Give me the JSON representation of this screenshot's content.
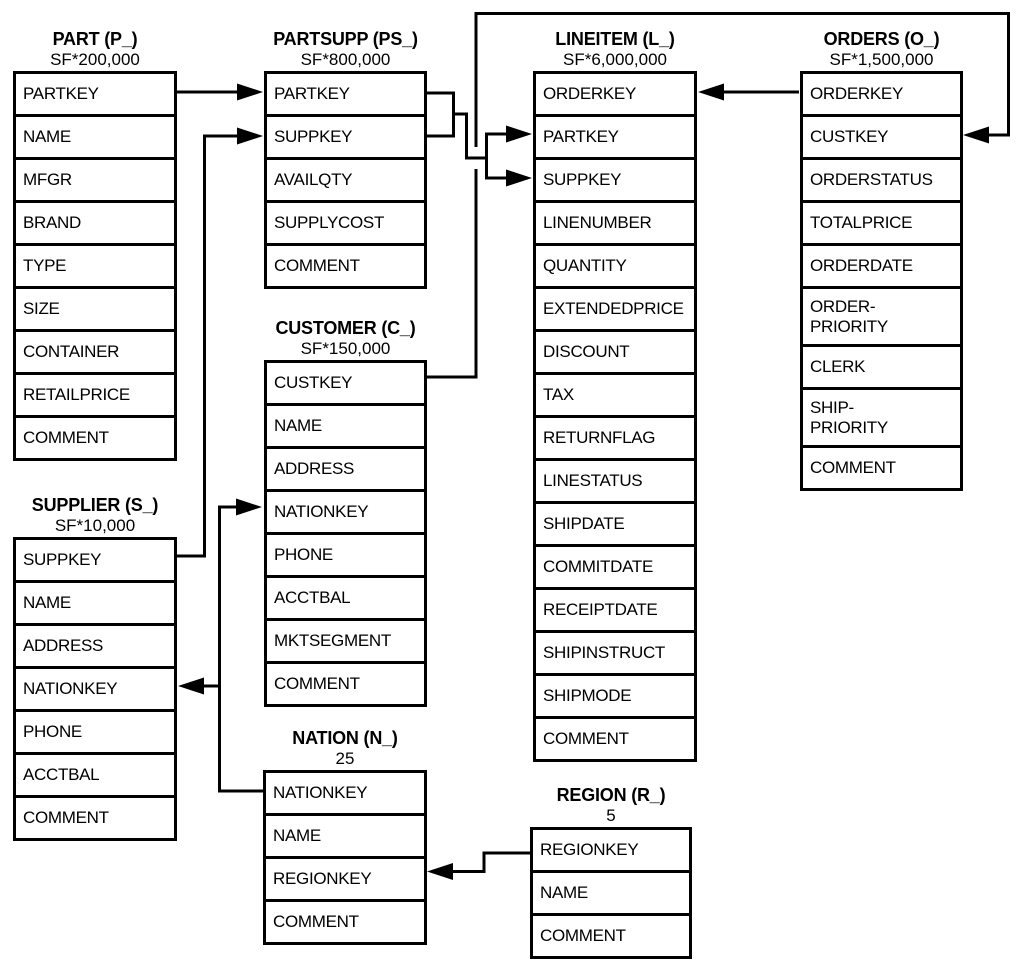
{
  "diagram": {
    "kind": "entity-relationship-schema",
    "colors": {
      "line": "#000000",
      "text": "#000000",
      "background": "#ffffff"
    }
  },
  "tables": [
    {
      "id": "part",
      "title": "PART (P_)",
      "cardinality": "SF*200,000",
      "fields": [
        "PARTKEY",
        "NAME",
        "MFGR",
        "BRAND",
        "TYPE",
        "SIZE",
        "CONTAINER",
        "RETAILPRICE",
        "COMMENT"
      ]
    },
    {
      "id": "partsupp",
      "title": "PARTSUPP (PS_)",
      "cardinality": "SF*800,000",
      "fields": [
        "PARTKEY",
        "SUPPKEY",
        "AVAILQTY",
        "SUPPLYCOST",
        "COMMENT"
      ]
    },
    {
      "id": "lineitem",
      "title": "LINEITEM (L_)",
      "cardinality": "SF*6,000,000",
      "fields": [
        "ORDERKEY",
        "PARTKEY",
        "SUPPKEY",
        "LINENUMBER",
        "QUANTITY",
        "EXTENDEDPRICE",
        "DISCOUNT",
        "TAX",
        "RETURNFLAG",
        "LINESTATUS",
        "SHIPDATE",
        "COMMITDATE",
        "RECEIPTDATE",
        "SHIPINSTRUCT",
        "SHIPMODE",
        "COMMENT"
      ]
    },
    {
      "id": "orders",
      "title": "ORDERS (O_)",
      "cardinality": "SF*1,500,000",
      "fields": [
        "ORDERKEY",
        "CUSTKEY",
        "ORDERSTATUS",
        "TOTALPRICE",
        "ORDERDATE",
        "ORDER-\nPRIORITY",
        "CLERK",
        "SHIP-\nPRIORITY",
        "COMMENT"
      ]
    },
    {
      "id": "customer",
      "title": "CUSTOMER (C_)",
      "cardinality": "SF*150,000",
      "fields": [
        "CUSTKEY",
        "NAME",
        "ADDRESS",
        "NATIONKEY",
        "PHONE",
        "ACCTBAL",
        "MKTSEGMENT",
        "COMMENT"
      ]
    },
    {
      "id": "supplier",
      "title": "SUPPLIER (S_)",
      "cardinality": "SF*10,000",
      "fields": [
        "SUPPKEY",
        "NAME",
        "ADDRESS",
        "NATIONKEY",
        "PHONE",
        "ACCTBAL",
        "COMMENT"
      ]
    },
    {
      "id": "nation",
      "title": "NATION (N_)",
      "cardinality": "25",
      "fields": [
        "NATIONKEY",
        "NAME",
        "REGIONKEY",
        "COMMENT"
      ]
    },
    {
      "id": "region",
      "title": "REGION (R_)",
      "cardinality": "5",
      "fields": [
        "REGIONKEY",
        "NAME",
        "COMMENT"
      ]
    }
  ],
  "relationships": [
    {
      "id": "part-partsupp",
      "from": "PART.PARTKEY",
      "to": "PARTSUPP.PARTKEY"
    },
    {
      "id": "supplier-partsupp",
      "from": "SUPPLIER.SUPPKEY",
      "to": "PARTSUPP.SUPPKEY"
    },
    {
      "id": "partsupp-lineitem-partkey",
      "from": "PARTSUPP.PARTKEY",
      "to": "LINEITEM.PARTKEY"
    },
    {
      "id": "partsupp-lineitem-suppkey",
      "from": "PARTSUPP.SUPPKEY",
      "to": "LINEITEM.SUPPKEY"
    },
    {
      "id": "orders-lineitem",
      "from": "ORDERS.ORDERKEY",
      "to": "LINEITEM.ORDERKEY"
    },
    {
      "id": "customer-orders",
      "from": "CUSTOMER.CUSTKEY",
      "to": "ORDERS.CUSTKEY"
    },
    {
      "id": "nation-supplier",
      "from": "NATION.NATIONKEY",
      "to": "SUPPLIER.NATIONKEY"
    },
    {
      "id": "nation-customer",
      "from": "NATION.NATIONKEY",
      "to": "CUSTOMER.NATIONKEY"
    },
    {
      "id": "region-nation",
      "from": "REGION.REGIONKEY",
      "to": "NATION.REGIONKEY"
    }
  ]
}
